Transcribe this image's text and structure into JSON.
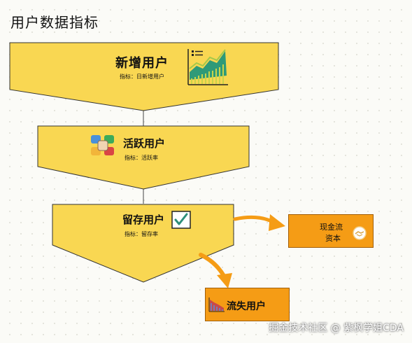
{
  "title": "用户数据指标",
  "stages": [
    {
      "name": "新增用户",
      "metric": "指标：日新增用户",
      "icon": "growth-chart-icon"
    },
    {
      "name": "活跃用户",
      "metric": "指标：活跃率",
      "icon": "hands-teamwork-icon"
    },
    {
      "name": "留存用户",
      "metric": "指标：留存率",
      "icon": "checkbox-checked-icon"
    }
  ],
  "outcomes": {
    "cash": {
      "line1": "现金流",
      "line2": "资本",
      "icon": "handshake-deal-icon"
    },
    "loss": {
      "label": "流失用户",
      "icon": "declining-chart-icon"
    }
  },
  "watermark": "掘金技术社区 @ 紫枫学姐CDA",
  "colors": {
    "funnel": "#f9d752",
    "outcome": "#f59c15",
    "arrow": "#f59c15",
    "border": "#333333"
  }
}
